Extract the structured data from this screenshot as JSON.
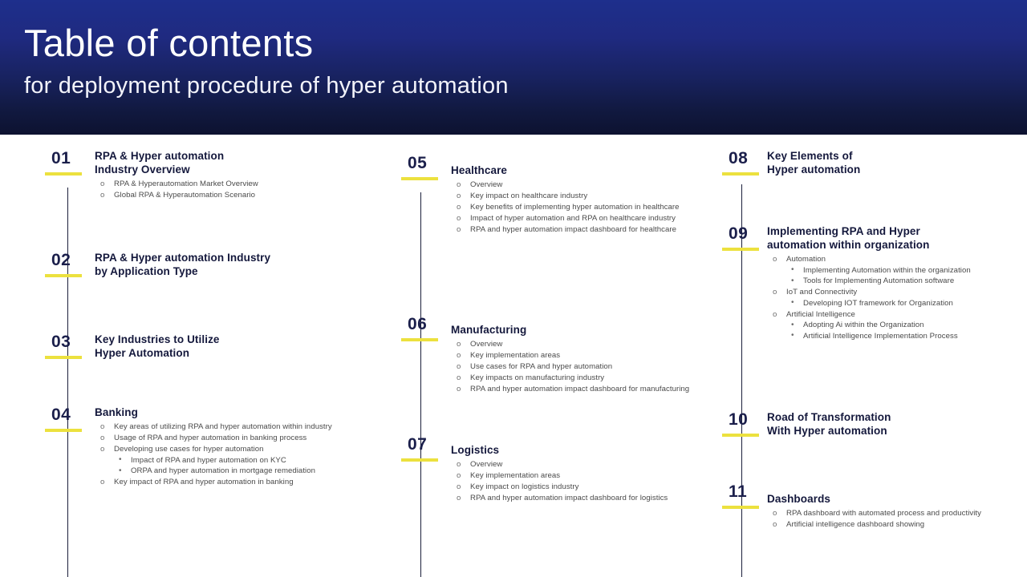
{
  "header": {
    "title": "Table of contents",
    "subtitle": "for deployment procedure of hyper automation",
    "gradient_top_color": "#1e2f8c",
    "gradient_bottom_color": "#0d1230"
  },
  "theme": {
    "accent_color": "#ece13e",
    "number_color": "#1b1f4b",
    "title_color": "#14183c",
    "body_text_color": "#4a4a4a",
    "spine_color": "#1b1f3b",
    "bullet_marker": "o",
    "subbullet_marker": "•"
  },
  "columns": [
    {
      "name": "column-1",
      "entries": [
        {
          "number": "01",
          "title_lines": [
            "RPA & Hyper automation",
            "Industry Overview"
          ],
          "bullets": [
            {
              "text": "RPA & Hyperautomation Market Overview"
            },
            {
              "text": "Global RPA & Hyperautomation Scenario"
            }
          ]
        },
        {
          "number": "02",
          "title_lines": [
            "RPA & Hyper automation Industry",
            "by Application Type"
          ],
          "bullets": []
        },
        {
          "number": "03",
          "title_lines": [
            "Key Industries to Utilize",
            "Hyper Automation"
          ],
          "bullets": []
        },
        {
          "number": "04",
          "title_lines": [
            "Banking"
          ],
          "bullets": [
            {
              "text": "Key areas of utilizing RPA and hyper automation within industry"
            },
            {
              "text": "Usage of RPA and hyper automation in banking process"
            },
            {
              "text": "Developing use cases for  hyper automation",
              "sub": [
                "Impact of RPA and hyper automation on KYC",
                "ORPA and hyper automation in mortgage remediation"
              ]
            },
            {
              "text": "Key impact of RPA and hyper automation in banking"
            }
          ]
        }
      ]
    },
    {
      "name": "column-2",
      "entries": [
        {
          "number": "05",
          "title_lines": [
            "Healthcare"
          ],
          "bullets": [
            {
              "text": "Overview"
            },
            {
              "text": "Key impact on healthcare industry"
            },
            {
              "text": "Key benefits of implementing hyper automation in healthcare"
            },
            {
              "text": "Impact of hyper automation and RPA on healthcare industry"
            },
            {
              "text": "RPA and hyper automation impact dashboard for healthcare"
            }
          ]
        },
        {
          "number": "06",
          "title_lines": [
            "Manufacturing"
          ],
          "bullets": [
            {
              "text": "Overview"
            },
            {
              "text": "Key implementation areas"
            },
            {
              "text": "Use cases for RPA and hyper automation"
            },
            {
              "text": "Key impacts on manufacturing industry"
            },
            {
              "text": "RPA and hyper automation impact dashboard for manufacturing"
            }
          ]
        },
        {
          "number": "07",
          "title_lines": [
            "Logistics"
          ],
          "bullets": [
            {
              "text": "Overview"
            },
            {
              "text": "Key implementation areas"
            },
            {
              "text": "Key impact on logistics industry"
            },
            {
              "text": "RPA and hyper automation impact dashboard for logistics"
            }
          ]
        }
      ]
    },
    {
      "name": "column-3",
      "entries": [
        {
          "number": "08",
          "title_lines": [
            "Key Elements of",
            "Hyper automation"
          ],
          "bullets": []
        },
        {
          "number": "09",
          "title_lines": [
            "Implementing RPA and Hyper",
            "automation within organization"
          ],
          "bullets": [
            {
              "text": "Automation",
              "sub": [
                "Implementing Automation within the organization",
                "Tools for Implementing Automation software"
              ]
            },
            {
              "text": " IoT and Connectivity",
              "sub": [
                "Developing IOT framework for Organization"
              ]
            },
            {
              "text": "Artificial Intelligence",
              "sub": [
                " Adopting Ai within the Organization",
                "Artificial Intelligence Implementation Process"
              ]
            }
          ]
        },
        {
          "number": "10",
          "title_lines": [
            "Road of Transformation",
            "With Hyper automation"
          ],
          "bullets": []
        },
        {
          "number": "11",
          "title_lines": [
            "Dashboards"
          ],
          "bullets": [
            {
              "text": "RPA dashboard with automated process and productivity"
            },
            {
              "text": "Artificial intelligence dashboard showing"
            }
          ]
        }
      ]
    }
  ],
  "layout": {
    "entry_tops": {
      "column-1": [
        18,
        145,
        247,
        338
      ],
      "column-2": [
        24,
        225,
        375
      ],
      "column-3": [
        18,
        112,
        344,
        434
      ]
    },
    "content_offsets": {
      "column-1": [
        0,
        0,
        0,
        0
      ],
      "column-2": [
        12,
        10,
        10
      ],
      "column-3": [
        0,
        0,
        0,
        12
      ]
    }
  }
}
